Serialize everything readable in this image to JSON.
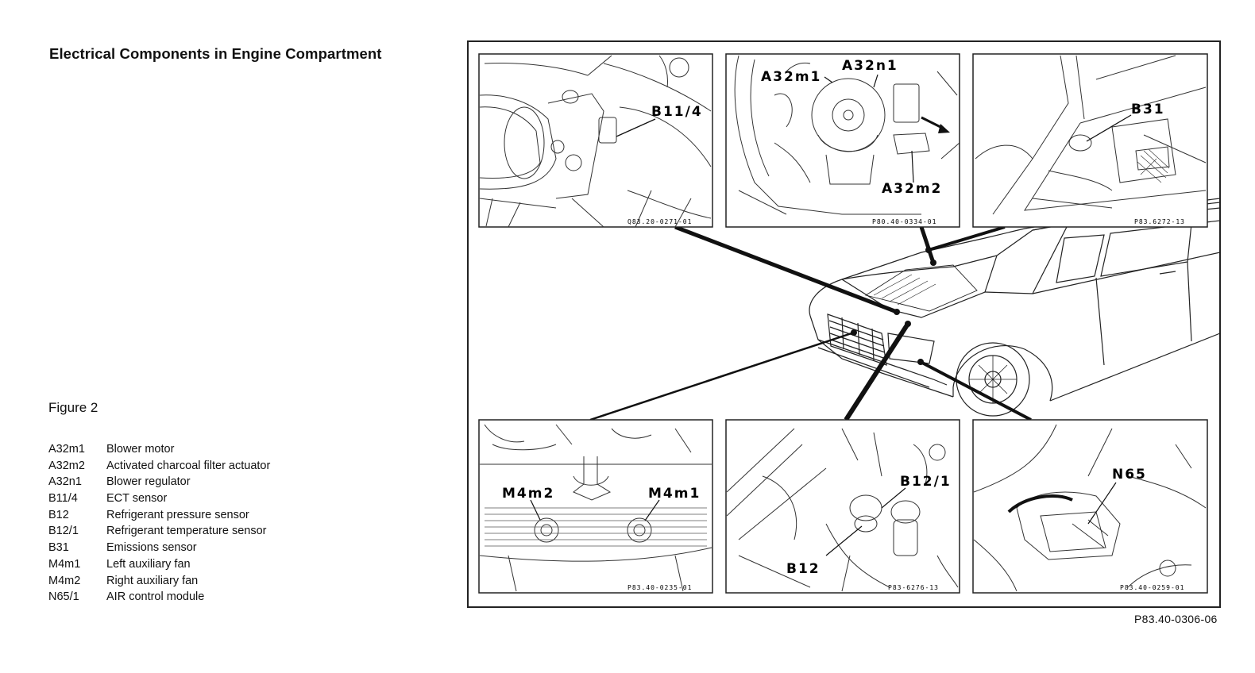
{
  "title": "Electrical Components in Engine Compartment",
  "figure_label": "Figure 2",
  "legend": [
    {
      "code": "A32m1",
      "desc": "Blower motor"
    },
    {
      "code": "A32m2",
      "desc": "Activated charcoal filter actuator"
    },
    {
      "code": "A32n1",
      "desc": "Blower regulator"
    },
    {
      "code": "B11/4",
      "desc": "ECT sensor"
    },
    {
      "code": "B12",
      "desc": "Refrigerant pressure sensor"
    },
    {
      "code": "B12/1",
      "desc": "Refrigerant temperature sensor"
    },
    {
      "code": "B31",
      "desc": "Emissions sensor"
    },
    {
      "code": "M4m1",
      "desc": "Left auxiliary fan"
    },
    {
      "code": "M4m2",
      "desc": "Right auxiliary fan"
    },
    {
      "code": "N65/1",
      "desc": "AIR control module"
    }
  ],
  "insets": {
    "top_left": {
      "id": "Q83.20-0271-01",
      "labels": [
        "B11/4"
      ]
    },
    "top_middle": {
      "id": "P80.40-0334-01",
      "labels": [
        "A32m1",
        "A32n1",
        "A32m2"
      ]
    },
    "top_right": {
      "id": "P83.6272-13",
      "labels": [
        "B31"
      ]
    },
    "bottom_left": {
      "id": "P83.40-0235-01",
      "labels": [
        "M4m2",
        "M4m1"
      ]
    },
    "bottom_middle": {
      "id": "P83-6276-13",
      "labels": [
        "B12/1",
        "B12"
      ]
    },
    "bottom_right": {
      "id": "P83.40-0259-01",
      "labels": [
        "N65"
      ]
    }
  },
  "figure_code": "P83.40-0306-06"
}
